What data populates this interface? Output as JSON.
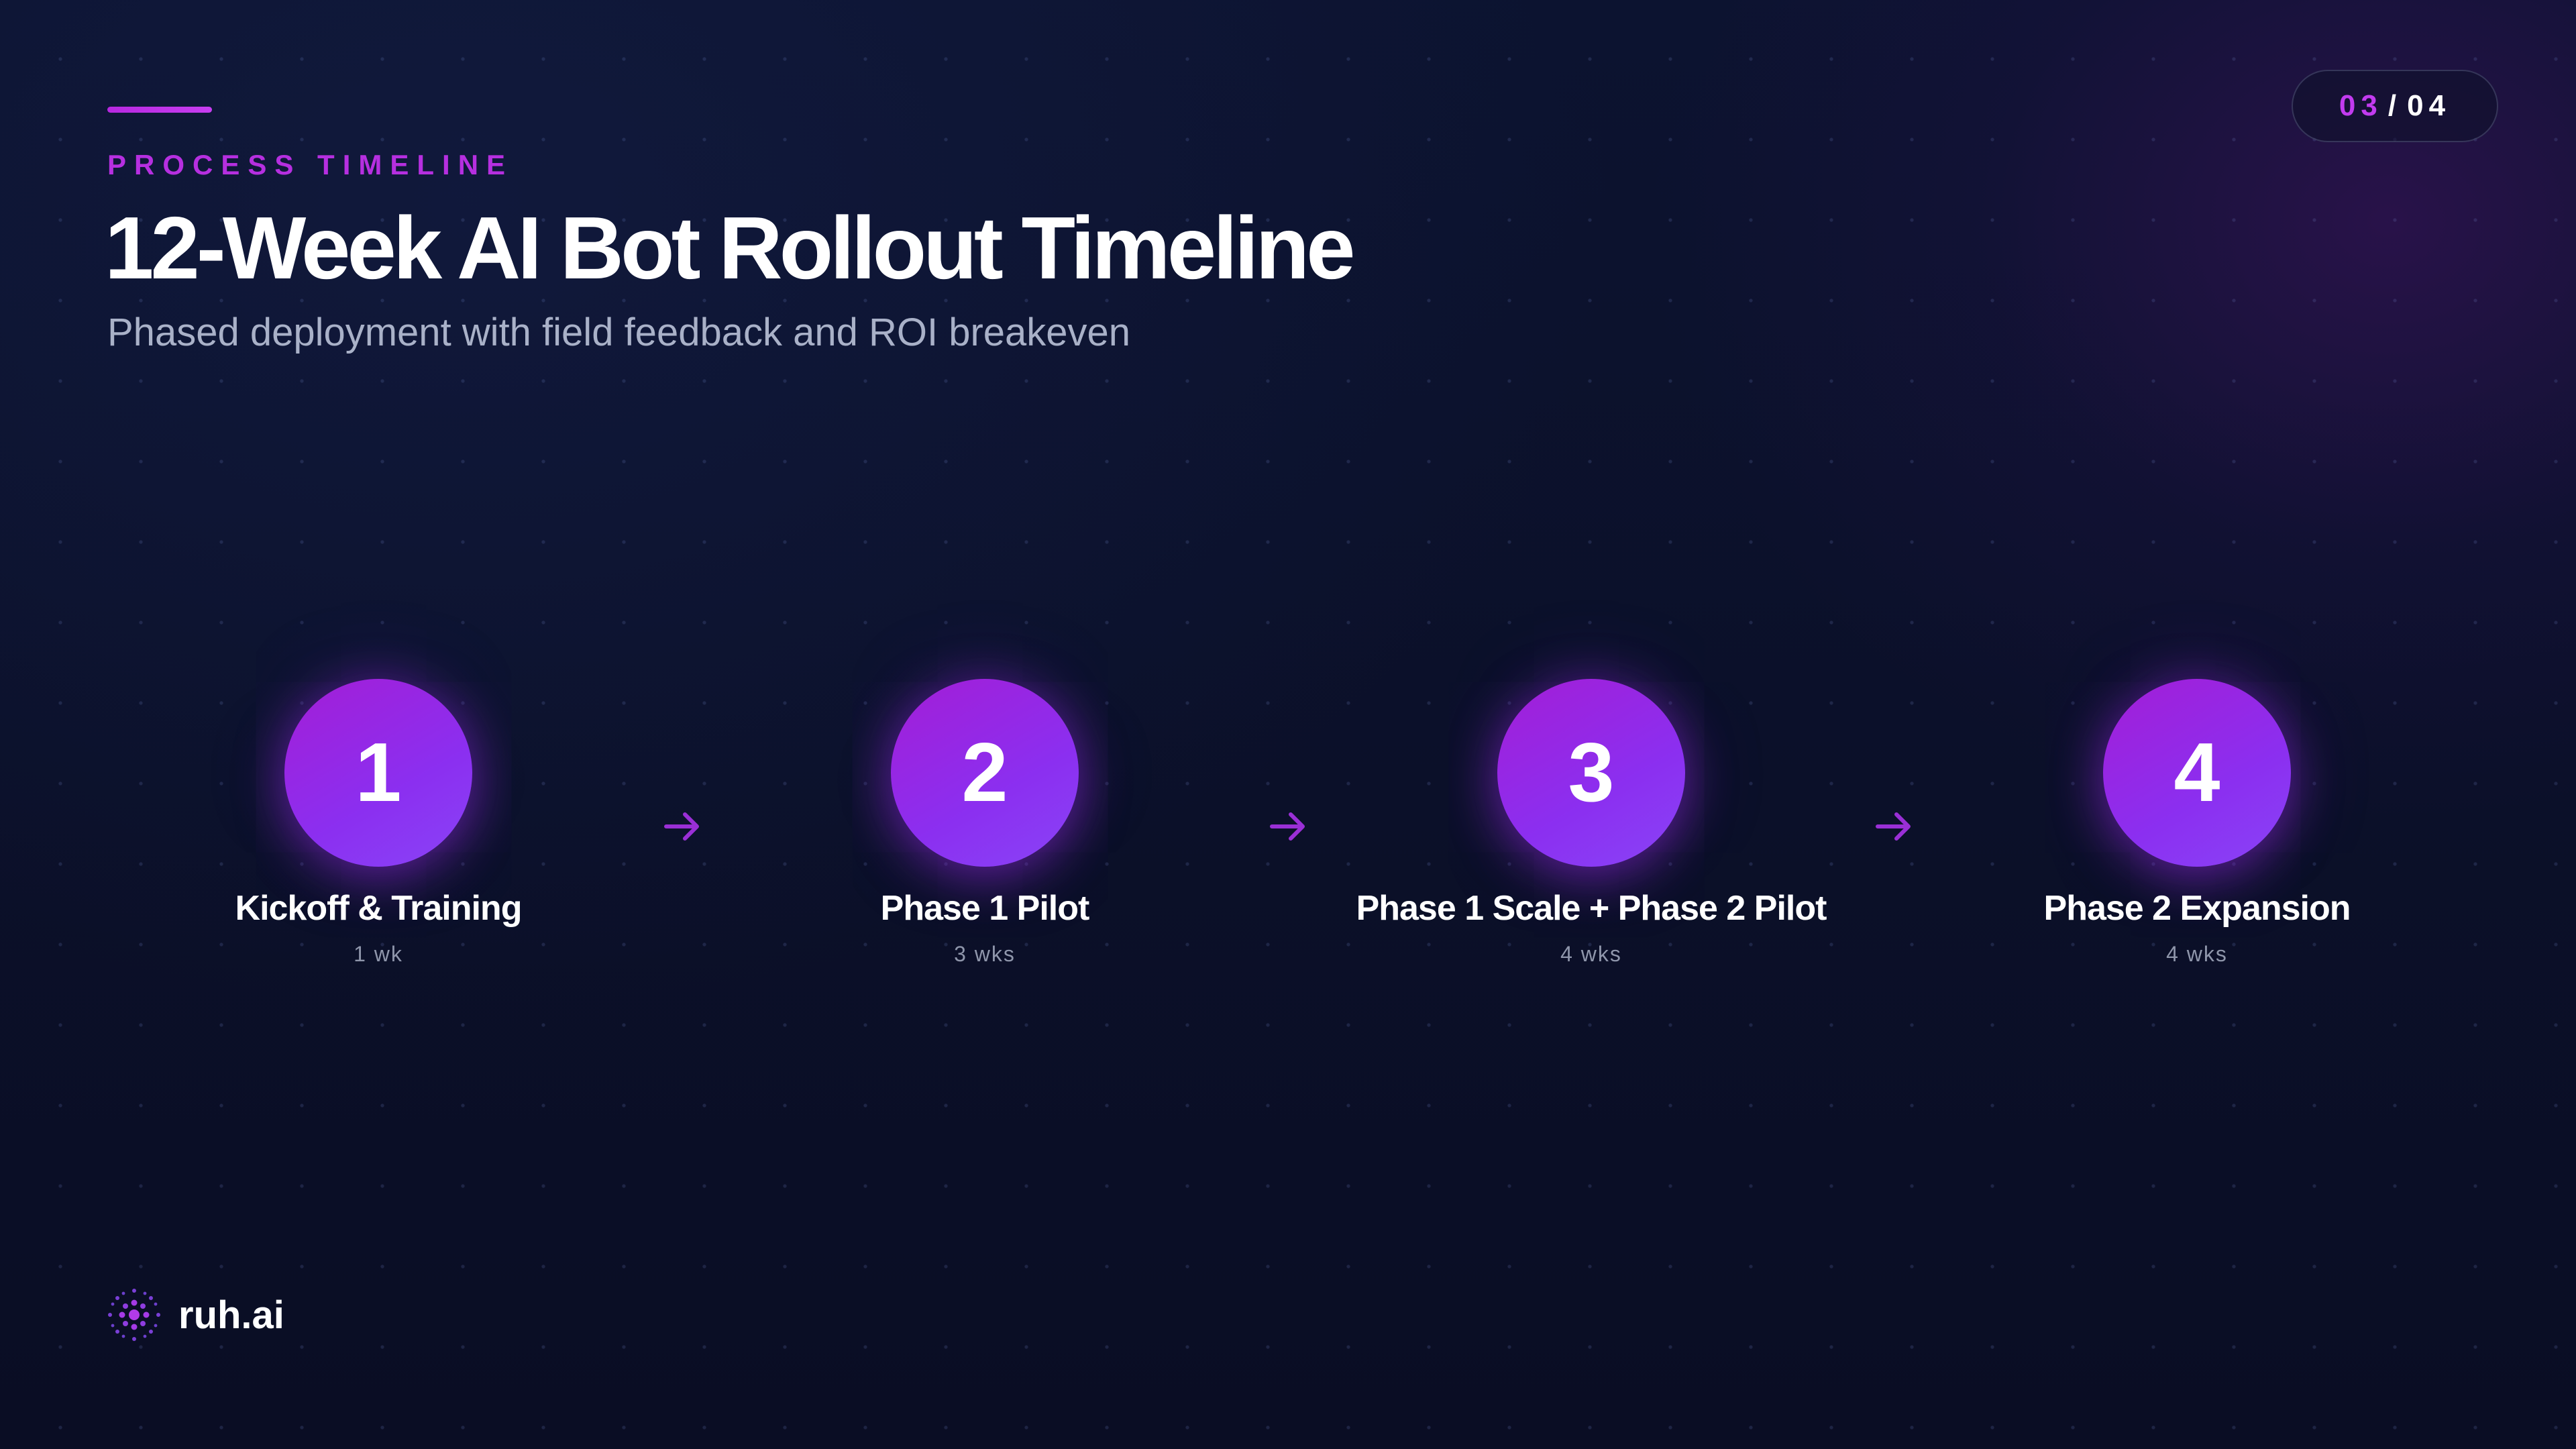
{
  "header": {
    "eyebrow": "PROCESS TIMELINE",
    "title": "12-Week AI Bot Rollout Timeline",
    "subtitle": "Phased deployment with field feedback and ROI breakeven"
  },
  "pager": {
    "current": "03",
    "separator": "/",
    "total": "04"
  },
  "timeline": {
    "steps": [
      {
        "number": "1",
        "label": "Kickoff & Training",
        "duration": "1 wk"
      },
      {
        "number": "2",
        "label": "Phase 1 Pilot",
        "duration": "3 wks"
      },
      {
        "number": "3",
        "label": "Phase 1 Scale + Phase 2 Pilot",
        "duration": "4 wks"
      },
      {
        "number": "4",
        "label": "Phase 2 Expansion",
        "duration": "4 wks"
      }
    ],
    "connector_icon": "arrow-right-icon"
  },
  "footer": {
    "brand": "ruh.ai",
    "logo_icon": "dot-burst-logo-icon"
  },
  "colors": {
    "background": "#0b1029",
    "accent": "#b62fe0",
    "circle_gradient_start": "#a31ed6",
    "circle_gradient_end": "#8a44f7",
    "text_primary": "#ffffff",
    "text_secondary": "#a9b1c8",
    "text_muted": "#8f96ab"
  }
}
